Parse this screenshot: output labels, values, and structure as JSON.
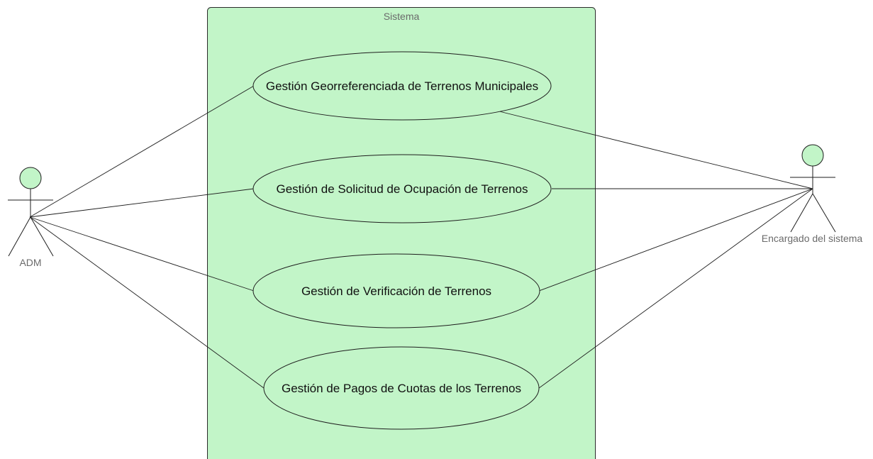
{
  "system": {
    "title": "Sistema",
    "fill_color": "#c2f5c8",
    "stroke_color": "#2b2b2b"
  },
  "actors": [
    {
      "id": "adm",
      "label": "ADM"
    },
    {
      "id": "encargado",
      "label": "Encargado del sistema"
    }
  ],
  "use_cases": [
    {
      "id": "uc1",
      "label": "Gestión Georreferenciada de Terrenos Municipales"
    },
    {
      "id": "uc2",
      "label": "Gestión de Solicitud de Ocupación de Terrenos"
    },
    {
      "id": "uc3",
      "label": "Gestión de Verificación de Terrenos"
    },
    {
      "id": "uc4",
      "label": "Gestión de Pagos de Cuotas de los Terrenos"
    }
  ],
  "associations": [
    {
      "from": "adm",
      "to": "uc1"
    },
    {
      "from": "adm",
      "to": "uc2"
    },
    {
      "from": "adm",
      "to": "uc3"
    },
    {
      "from": "adm",
      "to": "uc4"
    },
    {
      "from": "encargado",
      "to": "uc1"
    },
    {
      "from": "encargado",
      "to": "uc2"
    },
    {
      "from": "encargado",
      "to": "uc3"
    },
    {
      "from": "encargado",
      "to": "uc4"
    }
  ]
}
